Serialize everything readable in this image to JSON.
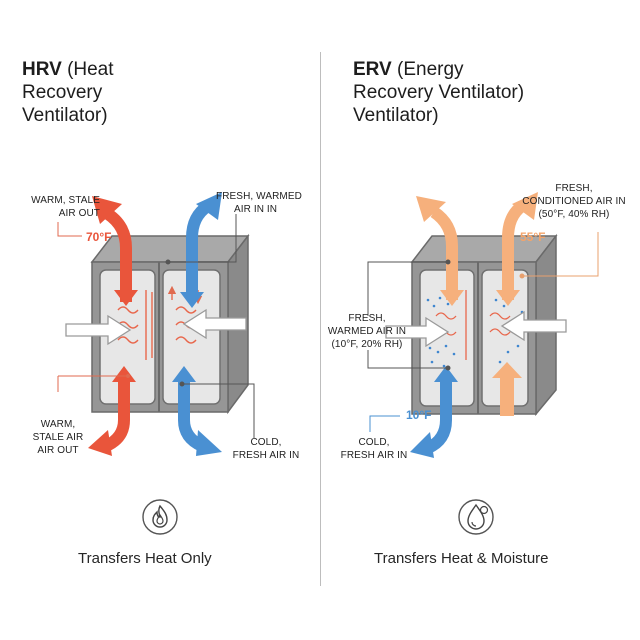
{
  "hrv": {
    "abbr": "HRV",
    "title_rest_line1": "(Heat",
    "title_line2": "Recovery",
    "title_line3": "Ventilator)",
    "label_warm_stale_out_top_1": "WARM, STALE",
    "label_warm_stale_out_top_2": "AIR OUT",
    "temp": "70°F",
    "label_fresh_warmed_in_1": "FRESH, WARMED",
    "label_fresh_warmed_in_2": "AIR IN IN",
    "label_warm_stale_out_bottom_1": "WARM,",
    "label_warm_stale_out_bottom_2": "STALE AIR",
    "label_warm_stale_out_bottom_3": "AIR OUT",
    "label_cold_fresh_in_1": "COLD,",
    "label_cold_fresh_in_2": "FRESH AIR IN",
    "icon": "flame-icon",
    "caption": "Transfers Heat Only"
  },
  "erv": {
    "abbr": "ERV",
    "title_rest_line1": "(Energy",
    "title_line2": "Recovery Ventilator)",
    "title_line3": "Ventilator)",
    "label_fresh_conditioned_1": "FRESH,",
    "label_fresh_conditioned_2": "CONDITIONED AIR IN",
    "label_fresh_conditioned_3": "(50°F, 40% RH)",
    "temp_top": "55°F",
    "label_fresh_warmed_1": "FRESH,",
    "label_fresh_warmed_2": "WARMED AIR IN",
    "label_fresh_warmed_3": "(10°F, 20% RH)",
    "temp_bottom": "10°F",
    "label_cold_fresh_in_1": "COLD,",
    "label_cold_fresh_in_2": "FRESH AIR IN",
    "icon": "water-drop-icon",
    "caption": "Transfers Heat & Moisture"
  },
  "colors": {
    "red": "#e9553b",
    "blue": "#4a90d2",
    "orange": "#f6b07c",
    "box_outer": "#8d8d8d",
    "box_inner": "#e6e6e6",
    "box_dark": "#6f6f6f"
  }
}
